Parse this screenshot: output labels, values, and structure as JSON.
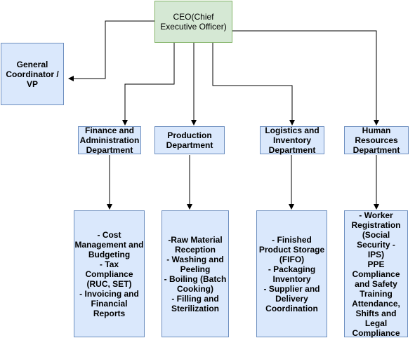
{
  "diagram": {
    "ceo": "CEO(Chief\nExecutive Officer)",
    "vp": "General\nCoordinator /\nVP",
    "departments": [
      "Finance and\nAdministration\nDepartment",
      "Production\nDepartment",
      "Logistics and\nInventory\nDepartment",
      "Human\nResources\nDepartment"
    ],
    "details": [
      "- Cost\nManagement and\nBudgeting\n- Tax\nCompliance\n(RUC, SET)\n- Invoicing and\nFinancial\nReports",
      "-Raw Material\nReception\n- Washing and\nPeeling\n- Boiling (Batch\nCooking)\n- Filling and\nSterilization",
      "- Finished\nProduct Storage\n(FIFO)\n- Packaging\nInventory\n- Supplier and\nDelivery\nCoordination",
      "- Worker\nRegistration\n(Social Security -\nIPS)\nPPE Compliance\nand Safety\nTraining\nAttendance,\nShifts and Legal\nCompliance"
    ],
    "colors": {
      "ceo_fill": "#d5e8d4",
      "ceo_border": "#82b366",
      "box_fill": "#dae8fc",
      "box_border": "#6c8ebf",
      "line": "#000000"
    }
  }
}
